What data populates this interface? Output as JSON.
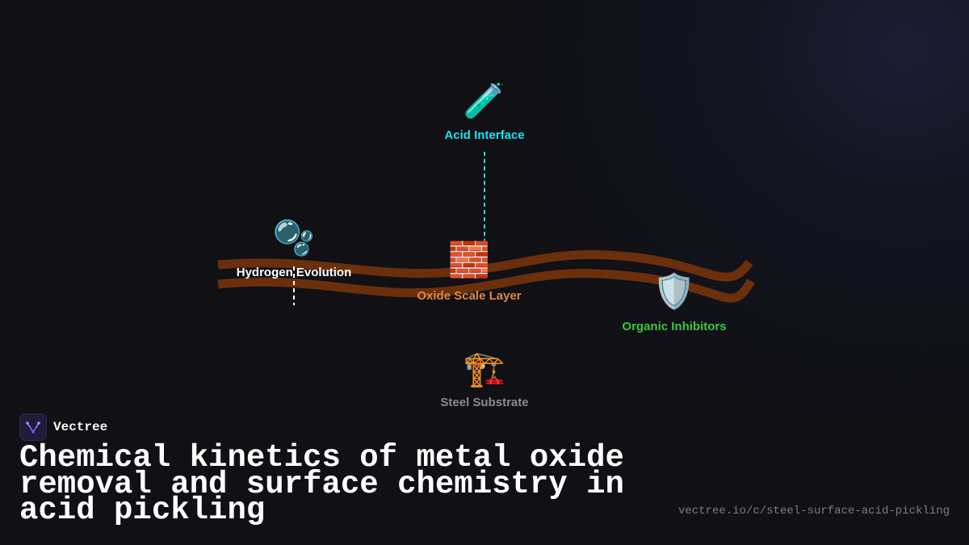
{
  "diagram": {
    "nodes": {
      "acid": {
        "label": "Acid Interface",
        "icon": "test-tube-icon",
        "glyph": "🧪",
        "color": "#22e0f0"
      },
      "hydrogen": {
        "label": "Hydrogen Evolution",
        "icon": "bubbles-icon",
        "glyph": "🫧",
        "color": "#ffffff"
      },
      "oxide": {
        "label": "Oxide Scale Layer",
        "icon": "brick-icon",
        "glyph": "🧱",
        "color": "#d98a46"
      },
      "inhibitors": {
        "label": "Organic Inhibitors",
        "icon": "shield-icon",
        "glyph": "🛡️",
        "color": "#3cc83c"
      },
      "steel": {
        "label": "Steel Substrate",
        "icon": "construction-icon",
        "glyph": "🏗️",
        "color": "#8a8a94"
      }
    },
    "colors": {
      "band": "#6b2f0c",
      "acid_connector": "#22e0f0",
      "hydrogen_connector": "#ffffff"
    }
  },
  "brand": {
    "name": "Vectree",
    "logo_icon": "vectree-logo-icon"
  },
  "title": "Chemical kinetics of metal oxide removal and surface chemistry in acid pickling",
  "url": "vectree.io/c/steel-surface-acid-pickling"
}
